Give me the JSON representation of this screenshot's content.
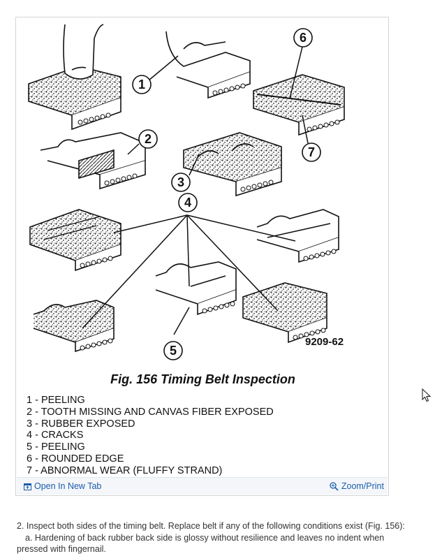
{
  "figure": {
    "caption": "Fig. 156 Timing Belt Inspection",
    "code": "9209-62",
    "callouts": [
      "1",
      "2",
      "3",
      "4",
      "5",
      "6",
      "7"
    ],
    "legend": [
      "1 - PEELING",
      "2 - TOOTH MISSING AND CANVAS FIBER EXPOSED",
      "3 - RUBBER EXPOSED",
      "4 - CRACKS",
      "5 - PEELING",
      "6 - ROUNDED EDGE",
      "7 - ABNORMAL WEAR (FLUFFY STRAND)"
    ]
  },
  "toolbar": {
    "open_tab_label": "Open In New Tab",
    "open_tab_icon": "external-tab-icon",
    "zoom_label": "Zoom/Print",
    "zoom_icon": "magnifier-plus-icon",
    "link_color": "#1a5dab"
  },
  "body_text": {
    "step": "2. Inspect both sides of the timing belt. Replace belt if any of the following conditions exist (Fig. 156):",
    "item_a_line1": "a. Hardening of back rubber back side is glossy without resilience and leaves no indent when",
    "item_a_line2": "pressed with fingernail."
  }
}
